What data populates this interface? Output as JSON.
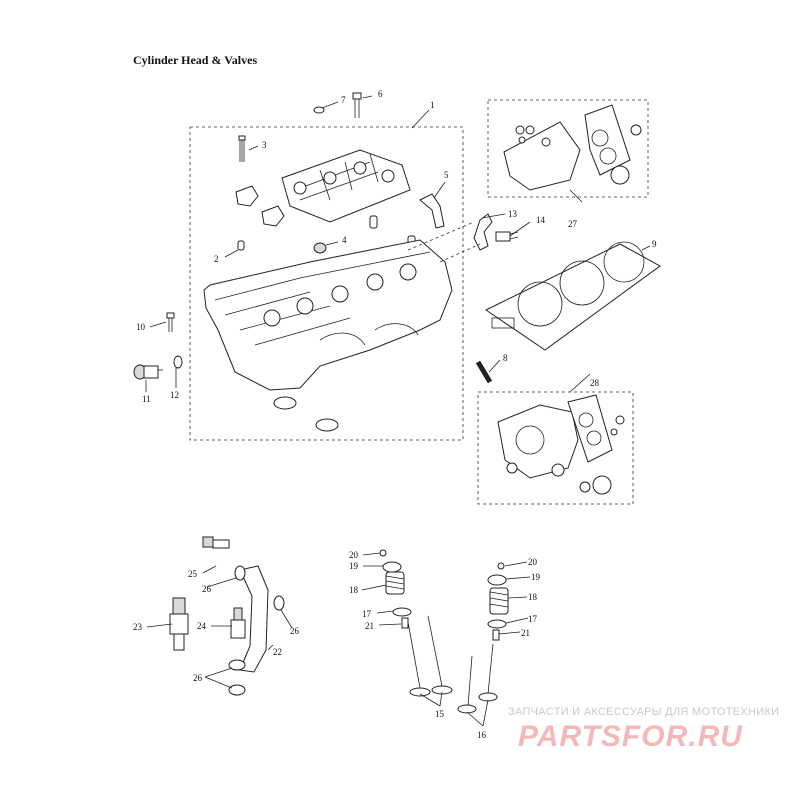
{
  "title": "Cylinder Head & Valves",
  "callouts": {
    "c1": "1",
    "c2": "2",
    "c3": "3",
    "c4": "4",
    "c5": "5",
    "c6": "6",
    "c7": "7",
    "c8": "8",
    "c9": "9",
    "c10": "10",
    "c11": "11",
    "c12": "12",
    "c13": "13",
    "c14": "14",
    "c15": "15",
    "c16": "16",
    "c17a": "17",
    "c17b": "17",
    "c18a": "18",
    "c18b": "18",
    "c19a": "19",
    "c19b": "19",
    "c20a": "20",
    "c20b": "20",
    "c21a": "21",
    "c21b": "21",
    "c22": "22",
    "c23": "23",
    "c24": "24",
    "c25": "25",
    "c26a": "26",
    "c26b": "26",
    "c26c": "26",
    "c27": "27",
    "c28": "28"
  },
  "watermark": {
    "tagline": "ЗАПЧАСТИ И АКСЕССУАРЫ ДЛЯ МОТОТЕХНИКИ",
    "logo": "PARTSFOR.RU"
  }
}
